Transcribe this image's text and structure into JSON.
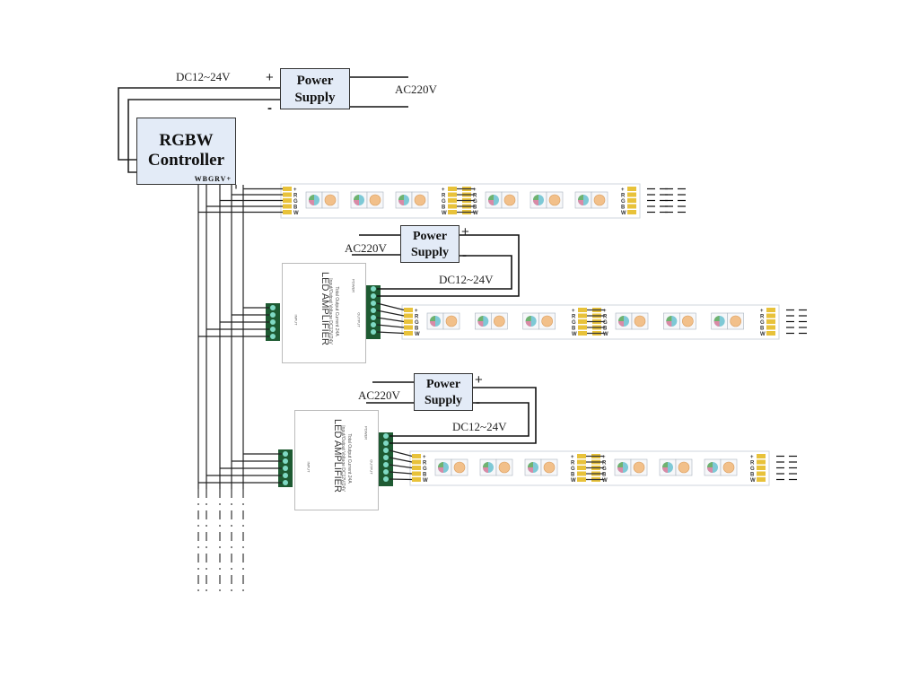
{
  "title": "RGBW LED strip wiring diagram with amplifiers",
  "controller": {
    "line1": "RGBW",
    "line2": "Controller",
    "terminals": "WBGRV+"
  },
  "power_supplies": [
    {
      "line1": "Power",
      "line2": "Supply",
      "ac_label": "AC220V",
      "dc_label": "DC12~24V",
      "plus": "+",
      "minus": "-"
    },
    {
      "line1": "Power",
      "line2": "Supply",
      "ac_label": "AC220V",
      "dc_label": "DC12~24V",
      "plus": "+",
      "minus": "-"
    },
    {
      "line1": "Power",
      "line2": "Supply",
      "ac_label": "AC220V",
      "dc_label": "DC12~24V",
      "plus": "+",
      "minus": "-"
    }
  ],
  "amplifier": {
    "title": "LED AMPLIFIER",
    "spec1": "Input/Output Voltage DC12V/24V",
    "spec2": "Total Output Current 24A",
    "input_label": "INPUT",
    "output_label": "OUTPUT",
    "power_label": "POWER"
  },
  "strip_pins": [
    "+",
    "R",
    "G",
    "B",
    "W"
  ],
  "colors": {
    "box_fill": "#e3ebf7",
    "terminal_green": "#1e5a32",
    "pad_yellow": "#e8c23a",
    "strip_border": "#cfd6dd"
  }
}
